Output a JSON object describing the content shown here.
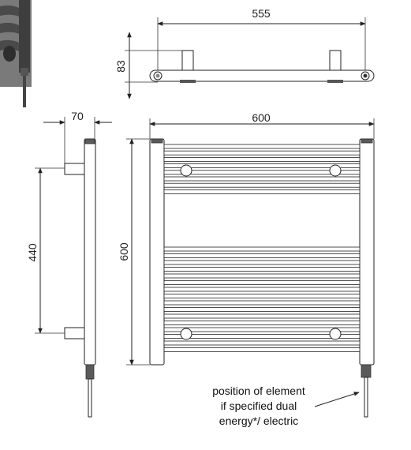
{
  "dimensions": {
    "top_width": "555",
    "top_depth": "83",
    "side_depth": "70",
    "front_width": "600",
    "centres": "440",
    "height": "600"
  },
  "note": {
    "line1": "position of element",
    "line2": "if specified dual",
    "line3": "energy*/ electric"
  },
  "colors": {
    "line": "#222222",
    "photo_grey": "#5a5a5a"
  }
}
